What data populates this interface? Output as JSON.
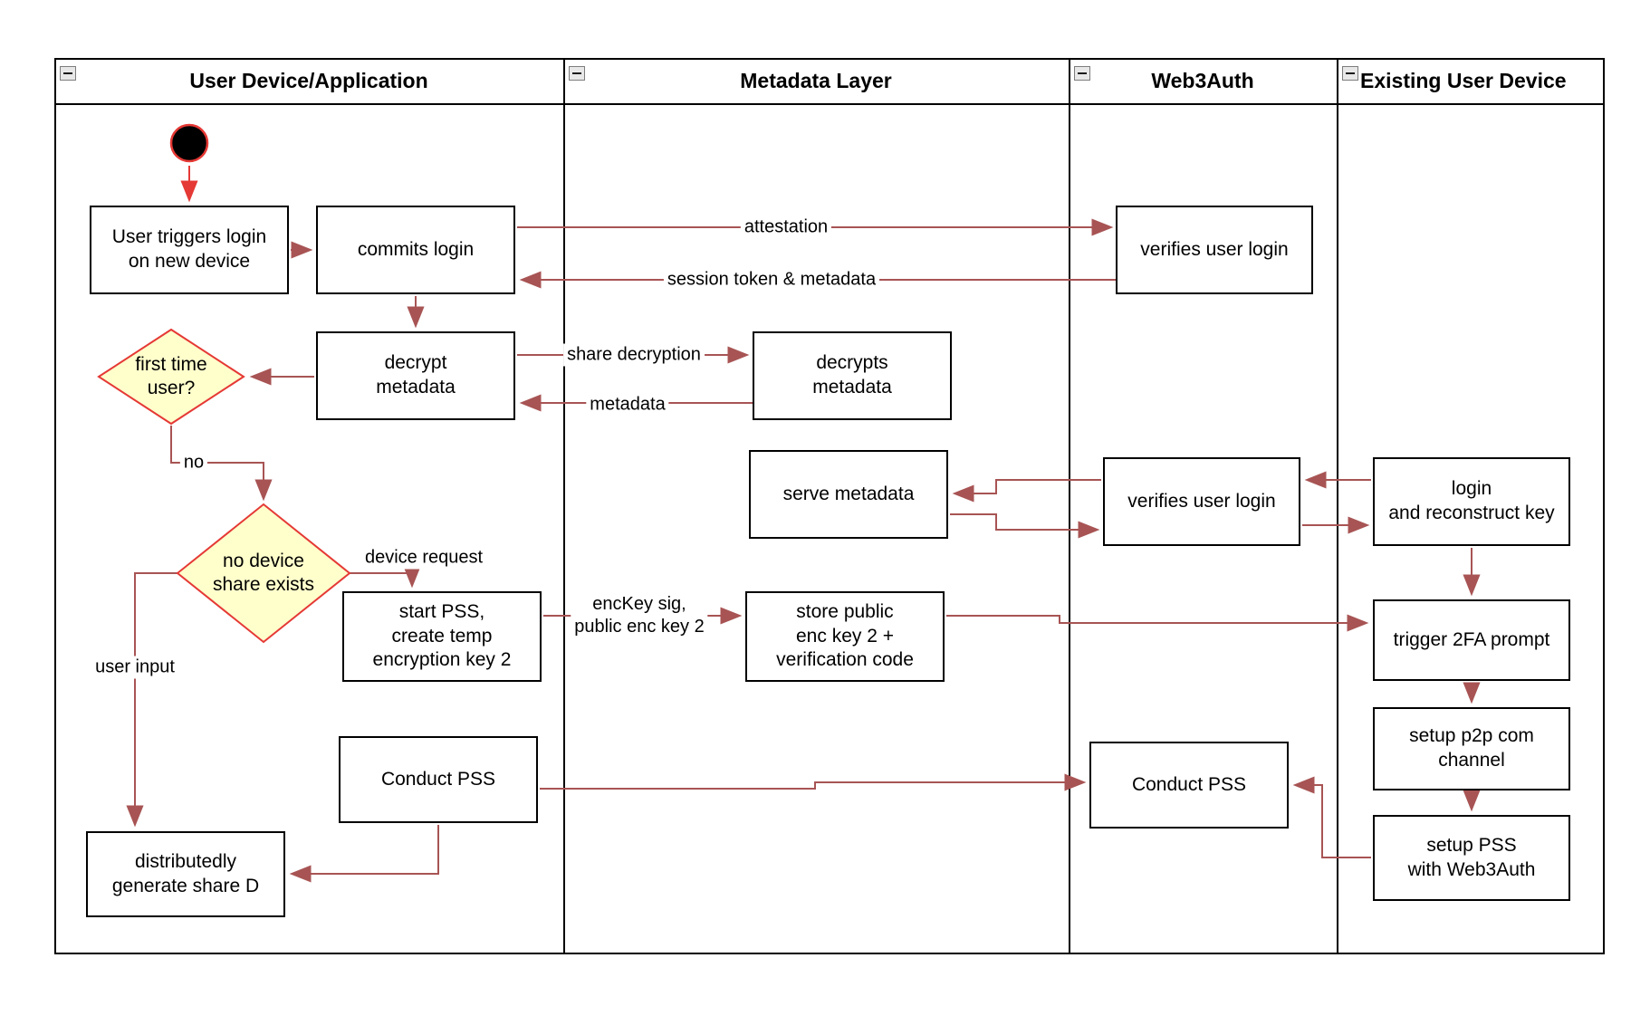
{
  "diagram": {
    "lanes": [
      {
        "title": "User Device/Application"
      },
      {
        "title": "Metadata Layer"
      },
      {
        "title": "Web3Auth"
      },
      {
        "title": "Existing User Device"
      }
    ],
    "nodes": {
      "user_triggers": "User triggers login\non new device",
      "commits_login": "commits login",
      "decrypt_metadata": "decrypt\nmetadata",
      "first_time_user": "first time\nuser?",
      "decrypts_metadata": "decrypts\nmetadata",
      "serve_metadata": "serve metadata",
      "verifies_login_top": "verifies user login",
      "verifies_login_mid": "verifies user login",
      "login_reconstruct": "login\nand reconstruct key",
      "no_device_share": "no device\nshare exists",
      "start_pss": "start PSS,\ncreate temp\nencryption key 2",
      "store_public_key": "store public\nenc key 2 +\nverification code",
      "trigger_2fa": "trigger 2FA prompt",
      "setup_p2p": "setup p2p com\nchannel",
      "setup_pss": "setup PSS\nwith Web3Auth",
      "conduct_pss_user": "Conduct PSS",
      "conduct_pss_web3": "Conduct PSS",
      "generate_share": "distributedly\ngenerate share D"
    },
    "edge_labels": {
      "attestation": "attestation",
      "session_token": "session token & metadata",
      "share_decryption": "share decryption",
      "metadata": "metadata",
      "no": "no",
      "device_request": "device request",
      "enckey": "encKey sig,\npublic enc key 2",
      "user_input": "user input"
    },
    "colors": {
      "arrow": "#a85454",
      "accent": "#e53935",
      "decision_fill": "#ffffcc",
      "shape_border": "#000000"
    }
  }
}
